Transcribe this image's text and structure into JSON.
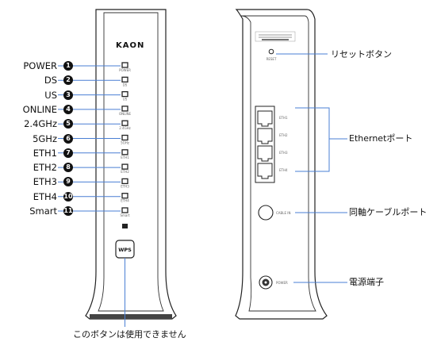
{
  "front": {
    "brand": "KAON",
    "wps_label": "WPS",
    "leds": [
      {
        "label": "POWER",
        "num": "1",
        "tiny": "POWER"
      },
      {
        "label": "DS",
        "num": "2",
        "tiny": "DS"
      },
      {
        "label": "US",
        "num": "3",
        "tiny": "US"
      },
      {
        "label": "ONLINE",
        "num": "4",
        "tiny": "ONLINE"
      },
      {
        "label": "2.4GHz",
        "num": "5",
        "tiny": "2.4GHz"
      },
      {
        "label": "5GHz",
        "num": "6",
        "tiny": "5GHz"
      },
      {
        "label": "ETH1",
        "num": "7",
        "tiny": "ETH1"
      },
      {
        "label": "ETH2",
        "num": "8",
        "tiny": "ETH2"
      },
      {
        "label": "ETH3",
        "num": "9",
        "tiny": "ETH3"
      },
      {
        "label": "ETH4",
        "num": "10",
        "tiny": "ETH4"
      },
      {
        "label": "Smart",
        "num": "11",
        "tiny": "Smart"
      }
    ],
    "wps_note": "このボタンは使用できません"
  },
  "back": {
    "reset_tiny": "RESET",
    "eth_ports": [
      "ETH1",
      "ETH2",
      "ETH3",
      "ETH4"
    ],
    "cable_tiny": "CABLE IN",
    "power_tiny": "POWER",
    "callouts": {
      "reset": "リセットボタン",
      "ethernet": "Ethernetポート",
      "cable": "同軸ケーブルポート",
      "power": "電源端子"
    }
  }
}
